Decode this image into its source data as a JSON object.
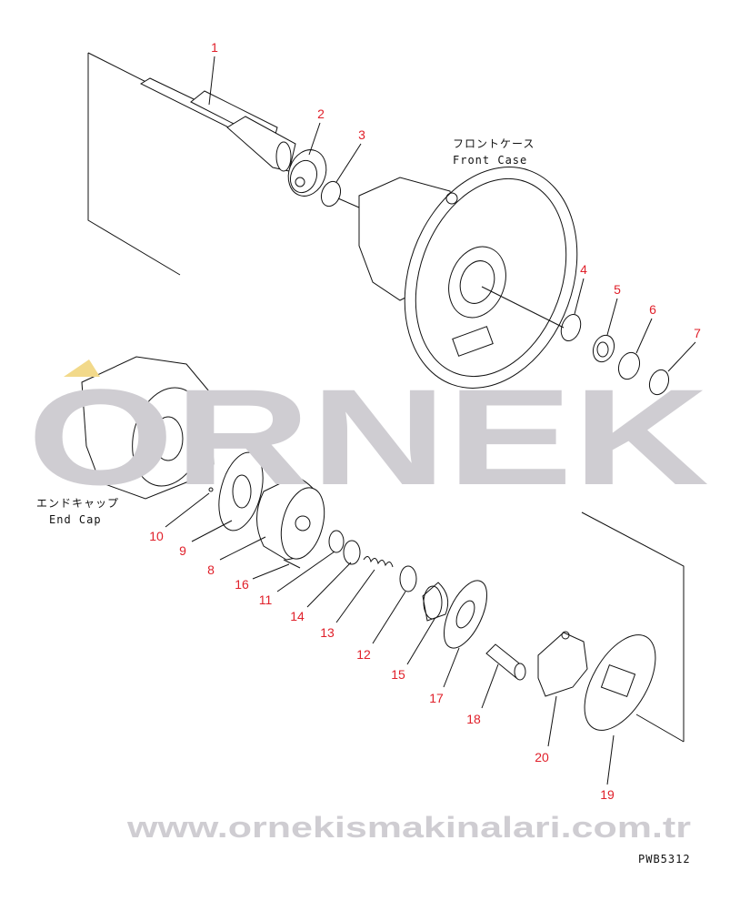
{
  "watermark": {
    "brand": "ORNEK",
    "url": "www.ornekismakinalari.com.tr",
    "color": "#cfcdd2",
    "accent": "#f2d98a"
  },
  "captions": {
    "front_case_jp": "フロントケース",
    "front_case_en": "Front Case",
    "end_cap_jp": "エンドキャップ",
    "end_cap_en": "End Cap",
    "drawing_no": "PWB5312"
  },
  "label_color": "#e0202a",
  "parts": [
    "1",
    "2",
    "3",
    "4",
    "5",
    "6",
    "7",
    "8",
    "9",
    "10",
    "11",
    "12",
    "13",
    "14",
    "15",
    "16",
    "17",
    "18",
    "19",
    "20"
  ]
}
